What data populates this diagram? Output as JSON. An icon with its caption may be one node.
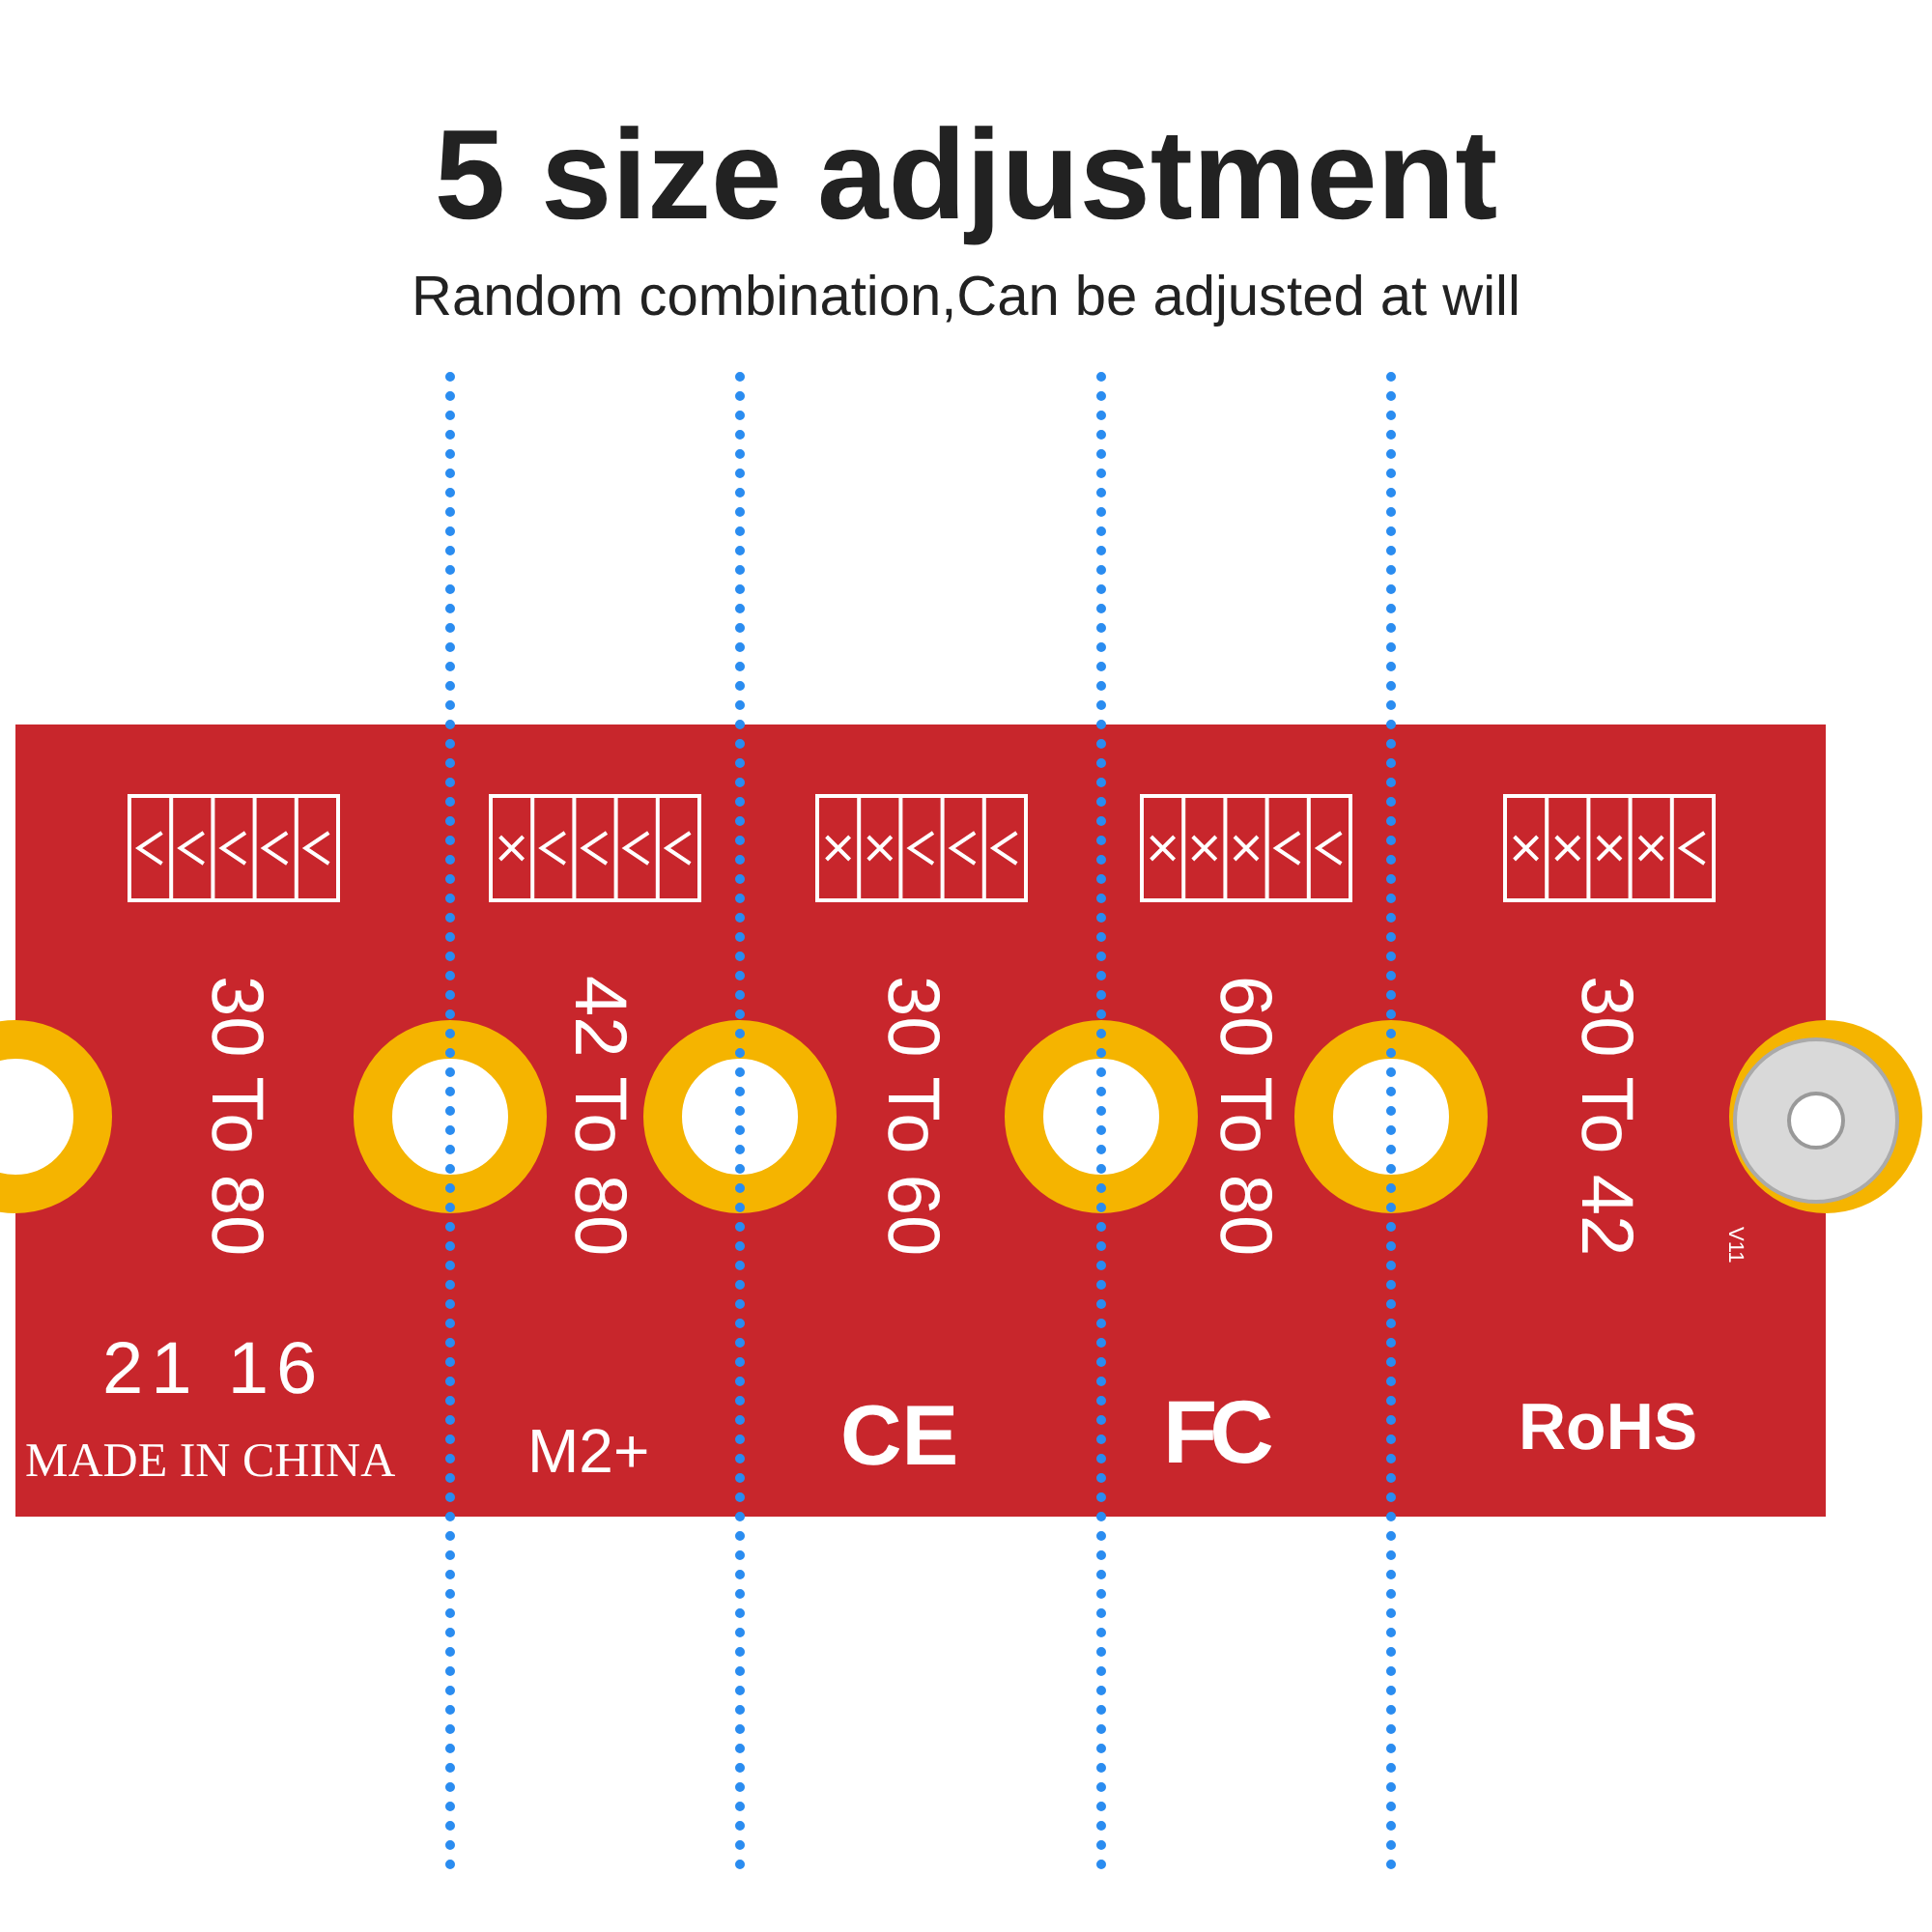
{
  "diagram": {
    "title": "5 size adjustment",
    "nodes": [
      {
        "text": [
          "30 To 80",
          "21 16",
          "MADE IN CHINA"
        ]
      },
      {
        "text": [
          "42 To 80",
          "M2+"
        ]
      },
      {
        "text": [
          "30 To 60",
          "CE"
        ]
      },
      {
        "text": [
          "60 To 80",
          "FC"
        ]
      },
      {
        "text": [
          "30 To 42",
          "V11",
          "RoHS"
        ]
      }
    ],
    "labels": [
      "Random combination,Can be adjusted at will"
    ]
  }
}
